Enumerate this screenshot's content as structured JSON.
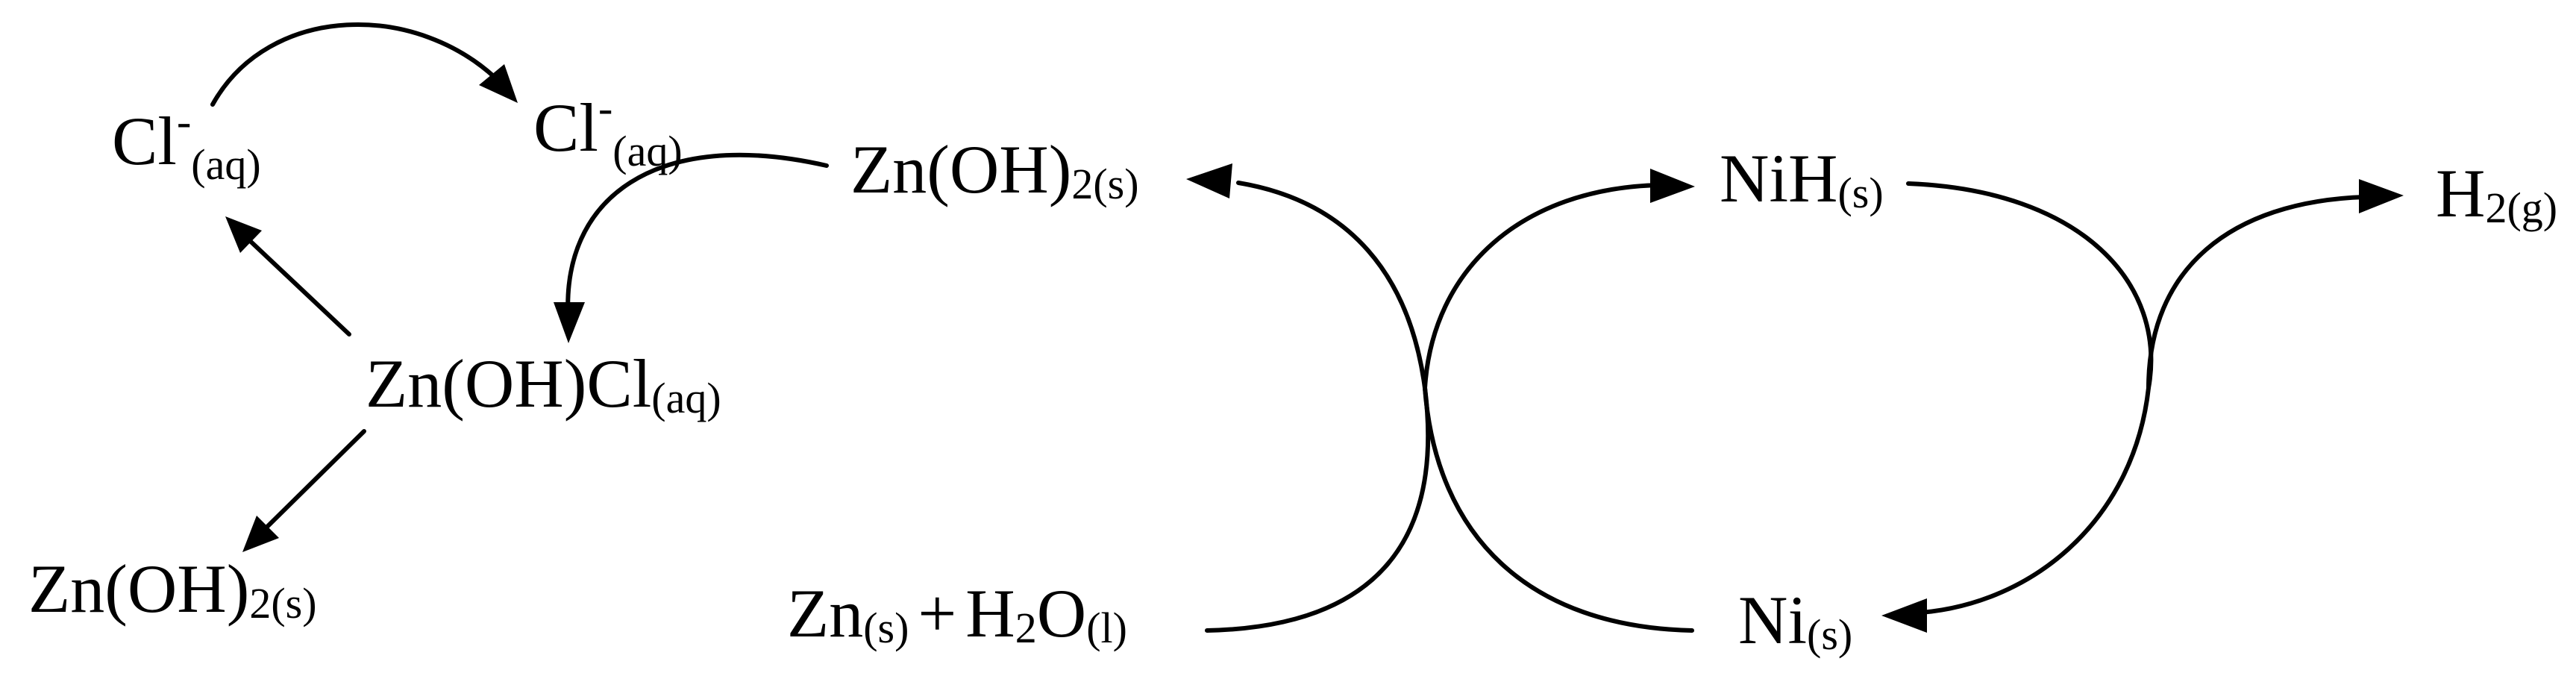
{
  "species": {
    "cl_left": {
      "base": "Cl",
      "sup": "-",
      "sub": "(aq)"
    },
    "cl_right": {
      "base": "Cl",
      "sup": "-",
      "sub": "(aq)"
    },
    "znoh2_top": {
      "base": "Zn(OH)",
      "sub": "2(s)"
    },
    "znohcl": {
      "base": "Zn(OH)Cl",
      "sub": "(aq)"
    },
    "znoh2_bottom": {
      "base": "Zn(OH)",
      "sub": "2(s)"
    },
    "zn_water": {
      "zn": "Zn",
      "zn_sub": "(s)",
      "plus": "+",
      "h": "H",
      "h_sub": "2",
      "o": "O",
      "o_sub": "(l)"
    },
    "nih": {
      "base": "NiH",
      "sub": "(s)"
    },
    "ni": {
      "base": "Ni",
      "sub": "(s)"
    },
    "h2": {
      "base": "H",
      "sub": "2(g)"
    }
  },
  "colors": {
    "ink": "#000000",
    "background": "#ffffff"
  }
}
